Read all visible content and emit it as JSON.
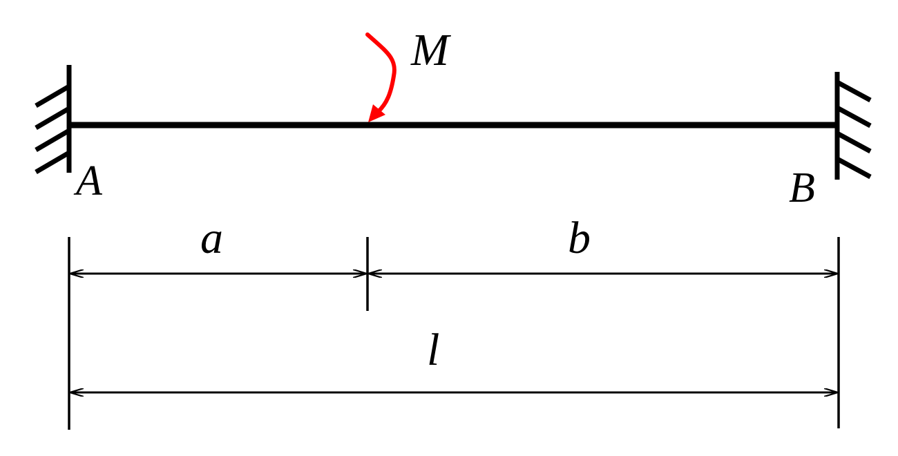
{
  "labels": {
    "moment": "M",
    "support_left": "A",
    "support_right": "B",
    "dim_a": "a",
    "dim_b": "b",
    "dim_l": "l"
  },
  "colors": {
    "line": "#000000",
    "moment": "#ff0000",
    "background": "#ffffff"
  },
  "icons": {
    "left_support": "fixed-support-hatch-icon",
    "right_support": "fixed-support-hatch-icon",
    "moment": "curved-arrow-icon"
  }
}
